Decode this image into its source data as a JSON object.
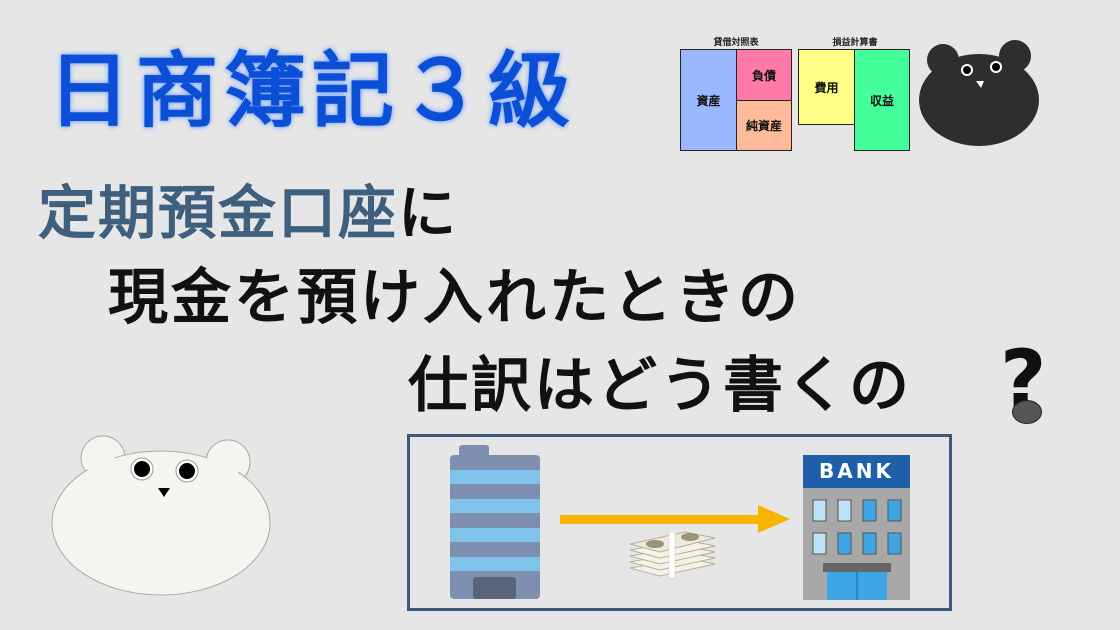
{
  "title": "日商簿記３級",
  "headline": {
    "line1_accent": "定期預金口座",
    "line1_plain": "に",
    "line2": "現金を預け入れたときの",
    "line3": "仕訳はどう書くの",
    "question_mark": "?"
  },
  "balance_sheet": {
    "label": "貸借対照表",
    "assets": "資産",
    "liabilities": "負債",
    "net_assets": "純資産",
    "colors": {
      "assets": "#99b8ff",
      "liabilities": "#ff7aa8",
      "net_assets": "#ffbb99"
    }
  },
  "income_statement": {
    "label": "損益計算書",
    "expenses": "費用",
    "revenue": "収益",
    "colors": {
      "expenses": "#ffff88",
      "revenue": "#44ff99"
    }
  },
  "illustration": {
    "bank_sign": "BANK",
    "arrow_color": "#f5b400"
  },
  "colors": {
    "background": "#e6e6e6",
    "title": "#0a4fd6",
    "accent_text": "#3f5f7f",
    "frame": "#3f5a78"
  }
}
